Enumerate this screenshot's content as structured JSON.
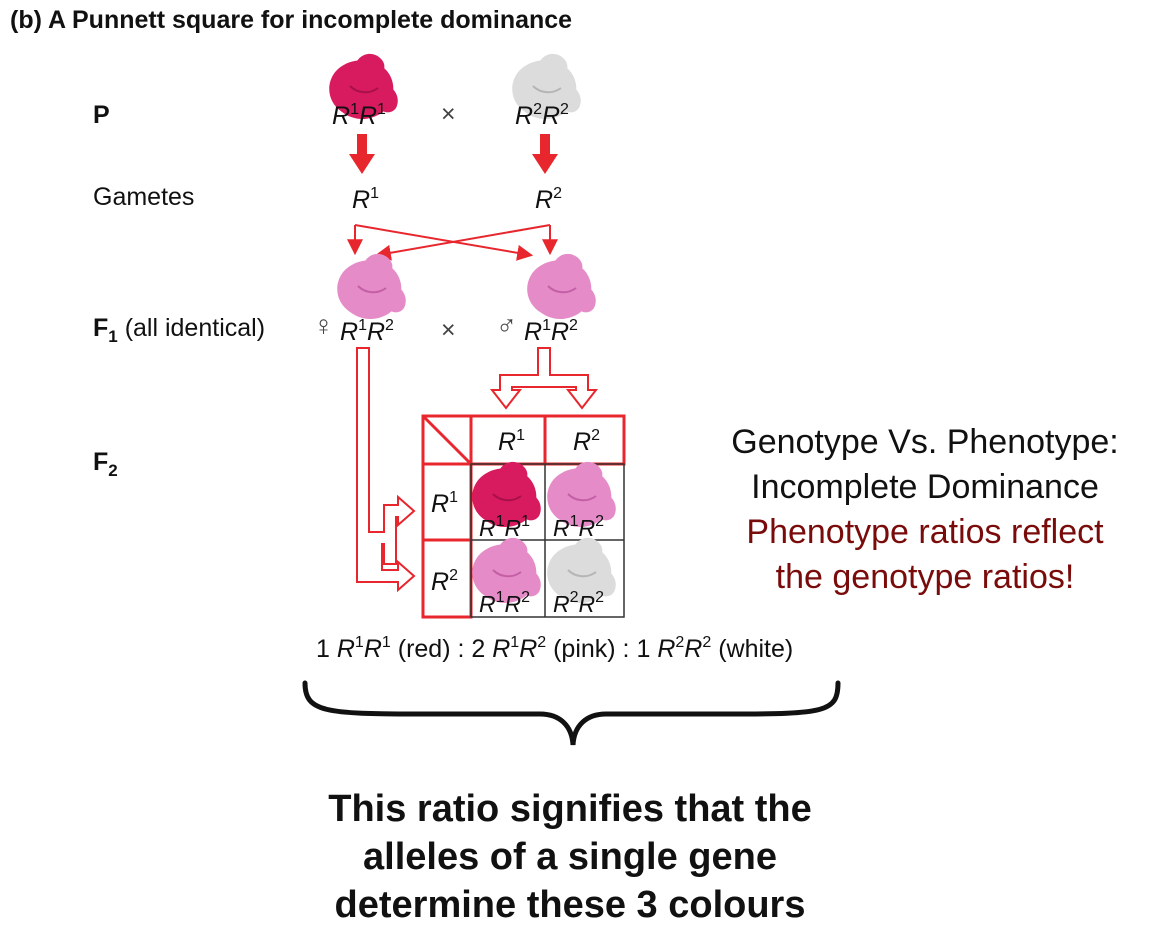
{
  "title": "(b)  A Punnett square for incomplete dominance",
  "rows": {
    "p_label": "P",
    "gametes_label": "Gametes",
    "f1_label_main": "F",
    "f1_label_sub": "1",
    "f1_label_note": " (all identical)",
    "f2_label_main": "F",
    "f2_label_sub": "2"
  },
  "symbols": {
    "cross": "×",
    "female": "♀",
    "male": "♂"
  },
  "allele": {
    "letter": "R",
    "one": "1",
    "two": "2"
  },
  "ratio": {
    "part1_count": "1 ",
    "part1_note": " (red) : 2 ",
    "part2_note": " (pink) : 1 ",
    "part3_note": " (white)"
  },
  "side_note": {
    "line1": "Genotype Vs. Phenotype:",
    "line2": "Incomplete Dominance",
    "line3": "Phenotype ratios reflect",
    "line4": "the genotype ratios!"
  },
  "conclusion": {
    "line1": "This ratio signifies that the",
    "line2": "alleles of a single gene",
    "line3": "determine these 3 colours"
  },
  "colors": {
    "red_flower": "#d81b5f",
    "pink_flower": "#e58bc8",
    "white_flower": "#dcdcdc",
    "arrow_red": "#e8262d",
    "side_note_accent": "#7a0b0b"
  }
}
